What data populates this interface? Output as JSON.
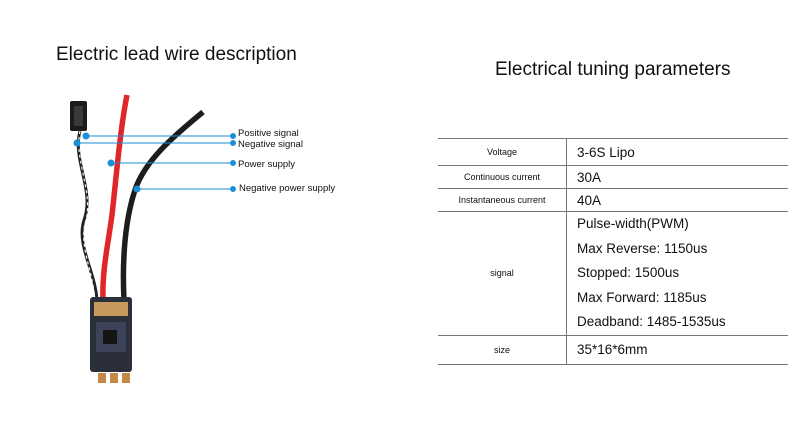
{
  "left_title": "Electric lead wire description",
  "right_title": "Electrical tuning parameters",
  "callouts": [
    "Positive signal",
    "Negative signal",
    "Power supply",
    "Negative power supply"
  ],
  "params": [
    {
      "label": "Voltage",
      "values": [
        "3-6S Lipo"
      ]
    },
    {
      "label": "Continuous current",
      "values": [
        "30A"
      ]
    },
    {
      "label": "Instantaneous current",
      "values": [
        "40A"
      ]
    },
    {
      "label": "signal",
      "values": [
        "Pulse-width(PWM)",
        "Max Reverse: 1150us",
        "Stopped: 1500us",
        "Max Forward: 1185us",
        "Deadband: 1485-1535us"
      ]
    },
    {
      "label": "size",
      "values": [
        "35*16*6mm"
      ]
    }
  ],
  "colors": {
    "callout_line": "#1a8fd6",
    "red_wire": "#e0262b",
    "black_wire": "#1d1d1d"
  }
}
